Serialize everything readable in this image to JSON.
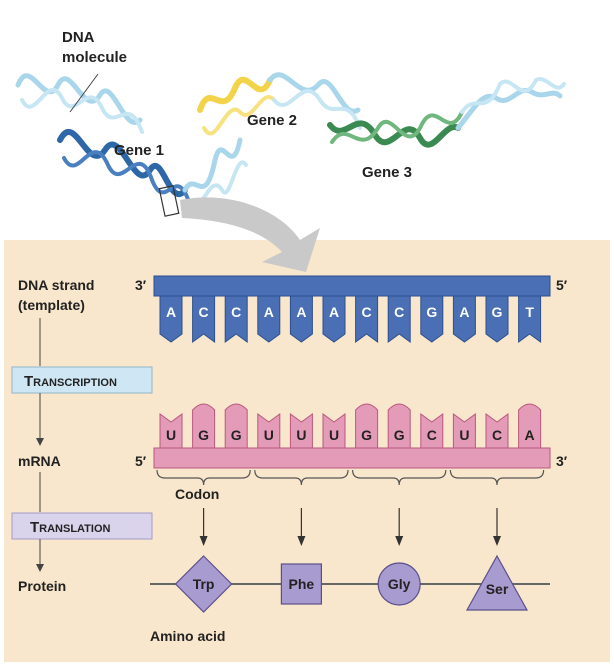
{
  "labels": {
    "dna_molecule_line1": "DNA",
    "dna_molecule_line2": "molecule",
    "gene1": "Gene 1",
    "gene2": "Gene 2",
    "gene3": "Gene 3",
    "dna_strand_line1": "DNA strand",
    "dna_strand_line2": "(template)",
    "transcription_big1": "T",
    "transcription_rest": "RANSCRIPTION",
    "mrna": "mRNA",
    "translation_big1": "T",
    "translation_rest": "RANSLATION",
    "protein": "Protein",
    "codon": "Codon",
    "amino_acid": "Amino acid",
    "prime_3_top": "3′",
    "prime_5_top": "5′",
    "prime_5_mrna": "5′",
    "prime_3_mrna": "3′"
  },
  "dna_template_bases": [
    "A",
    "C",
    "C",
    "A",
    "A",
    "A",
    "C",
    "C",
    "G",
    "A",
    "G",
    "T"
  ],
  "mrna_bases": [
    "U",
    "G",
    "G",
    "U",
    "U",
    "U",
    "G",
    "G",
    "C",
    "U",
    "C",
    "A"
  ],
  "amino_acids": [
    {
      "name": "Trp",
      "shape": "diamond"
    },
    {
      "name": "Phe",
      "shape": "square"
    },
    {
      "name": "Gly",
      "shape": "circle"
    },
    {
      "name": "Ser",
      "shape": "triangle"
    }
  ],
  "colors": {
    "panel_bg": "#f8e7cc",
    "dna_blue": "#4a6fb4",
    "dna_blue_dark": "#2d4f8f",
    "mrna_pink": "#e49bb8",
    "mrna_pink_dark": "#b9577f",
    "amino_purple": "#a89bd0",
    "transcription_box": "#cfe7f4",
    "translation_box": "#d9d3ec",
    "gene1_strand": "#2e67a8",
    "gene2_strand": "#f3d34a",
    "gene3_strand": "#3a8a52",
    "strand_light": "#a9d6ea",
    "arrow_gray": "#c9c9c9"
  }
}
